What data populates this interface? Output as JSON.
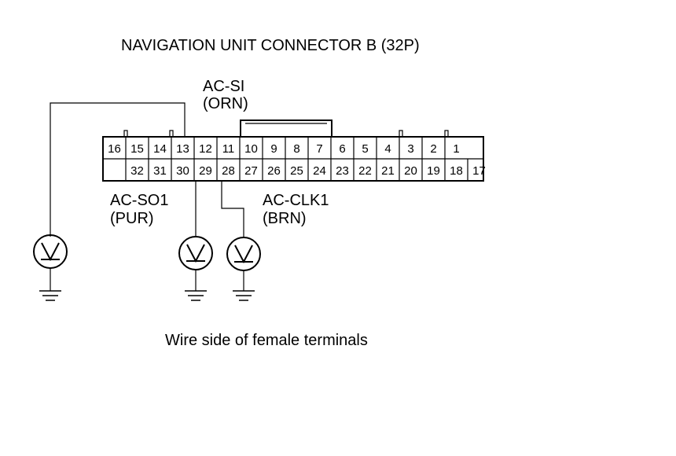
{
  "title": "NAVIGATION UNIT CONNECTOR B (32P)",
  "caption": "Wire side of female terminals",
  "signals": [
    {
      "name": "AC-SI",
      "color": "(ORN)",
      "pin": "13"
    },
    {
      "name": "AC-SO1",
      "color": "(PUR)",
      "pin": "29"
    },
    {
      "name": "AC-CLK1",
      "color": "(BRN)",
      "pin": "28"
    }
  ],
  "connector": {
    "top_row": [
      "16",
      "15",
      "14",
      "13",
      "12",
      "11",
      "10",
      "9",
      "8",
      "7",
      "6",
      "5",
      "4",
      "3",
      "2",
      "1"
    ],
    "bottom_row": [
      "32",
      "31",
      "30",
      "29",
      "28",
      "27",
      "26",
      "25",
      "24",
      "23",
      "22",
      "21",
      "20",
      "19",
      "18",
      "17"
    ]
  }
}
